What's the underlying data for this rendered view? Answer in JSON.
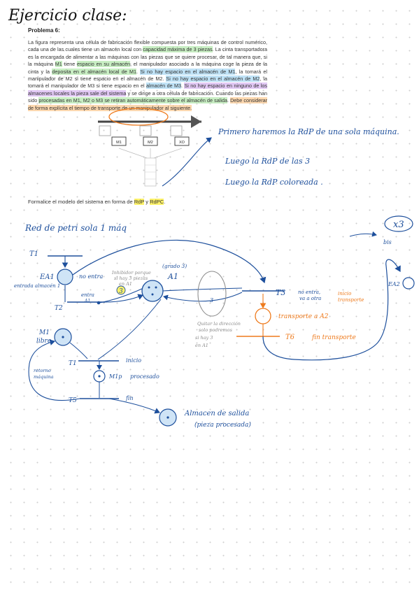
{
  "title": "Ejercicio clase:",
  "problem": {
    "label": "Problema 6:",
    "segments": [
      {
        "t": "La figura representa una célula de fabricación flexible compuesta por tres máquinas de control numérico, cada una de las cuales tiene un almacén local con ",
        "h": ""
      },
      {
        "t": "capacidad máxima de 3 piezas",
        "h": "green"
      },
      {
        "t": ". La cinta transportadora es la encargada de alimentar a las máquinas con las piezas que se quiere procesar, de tal manera que, si la máquina ",
        "h": ""
      },
      {
        "t": "M1",
        "h": "green"
      },
      {
        "t": " tiene ",
        "h": ""
      },
      {
        "t": "espacio en su almacén",
        "h": "green"
      },
      {
        "t": ", el manipulador asociado a la máquina coge la pieza de la cinta y la ",
        "h": ""
      },
      {
        "t": "deposita en el almacén local de M1",
        "h": "green"
      },
      {
        "t": ". ",
        "h": ""
      },
      {
        "t": "Si no hay espacio en el almacén de M1",
        "h": "blue"
      },
      {
        "t": ", la tomará el manipulador de M2 si tiene espacio en el almacén de M2. ",
        "h": ""
      },
      {
        "t": "Si no hay espacio en el almacén de M2",
        "h": "blue"
      },
      {
        "t": ", la tomará el manipulador de M3 si tiene espacio en el ",
        "h": ""
      },
      {
        "t": "almacén de M3",
        "h": "blue"
      },
      {
        "t": ". ",
        "h": ""
      },
      {
        "t": "Si no hay espacio en ninguno de los almacenes locales la pieza sale del sistema",
        "h": "purple"
      },
      {
        "t": " y se dirige a otra célula de fabricación. Cuando las piezas han sido ",
        "h": ""
      },
      {
        "t": "procesadas en M1, M2 o M3 se retiran automáticamente sobre el almacén de salida",
        "h": "green"
      },
      {
        "t": ". ",
        "h": ""
      },
      {
        "t": "Debe considerar de forma explícita el tiempo de transporte de un manipulador al siguiente.",
        "h": "orange"
      }
    ],
    "formalize_pre": "Formalice el modelo del sistema en forma de ",
    "formalize_rdp": "RdP",
    "formalize_mid": " y ",
    "formalize_rdpc": "RdPC",
    "formalize_post": "."
  },
  "figure": {
    "machines": [
      "M1",
      "M2",
      "XO"
    ]
  },
  "side_notes": [
    "Primero haremos la RdP de una sola máquina.",
    "Luego la RdP de las 3",
    "Luego la RdP coloreada ."
  ],
  "net": {
    "heading": "Red de petri sola 1 máq",
    "circle_note": "x3",
    "circle_sub": "bis",
    "t1": "T1",
    "ea1": "EA1",
    "ea1_note": "entrada almacén 1",
    "no_entra": "no entra",
    "entra": "entra",
    "entra_sub": "A1",
    "gray_note": [
      "Inhibidor porque",
      "si hay 3 piezas",
      "en A1"
    ],
    "arc_3": "3",
    "a1": "A1",
    "a1_note": "(grado 3)",
    "t2": "T2",
    "t3": "T3",
    "t3_note": [
      "no entra,",
      "va a otra"
    ],
    "transport_start": [
      "inicio",
      "transporte"
    ],
    "transport_place": "transporte a A2",
    "t6": "T6",
    "fin_transporte": "fin transporte",
    "ea2": "EA2",
    "arc_3b": "3",
    "gray_note2": [
      "Quitar la dirección",
      "solo podremos",
      "si hay 3",
      "en A1"
    ],
    "m1_libre": [
      "M1",
      "libre"
    ],
    "retorno": [
      "retorno",
      "máquina"
    ],
    "tt1": "T1",
    "inicio": "inicio",
    "m1p": "M1p",
    "procesado": "procesado",
    "t5": "T5",
    "fin": "fin",
    "almacen": "Almacen de salida",
    "almacen_sub": "(pieza procesada)"
  },
  "colors": {
    "ink_blue": "#1d4f9c",
    "ink_orange": "#ee7a1c",
    "gray": "#8a8a8a"
  }
}
